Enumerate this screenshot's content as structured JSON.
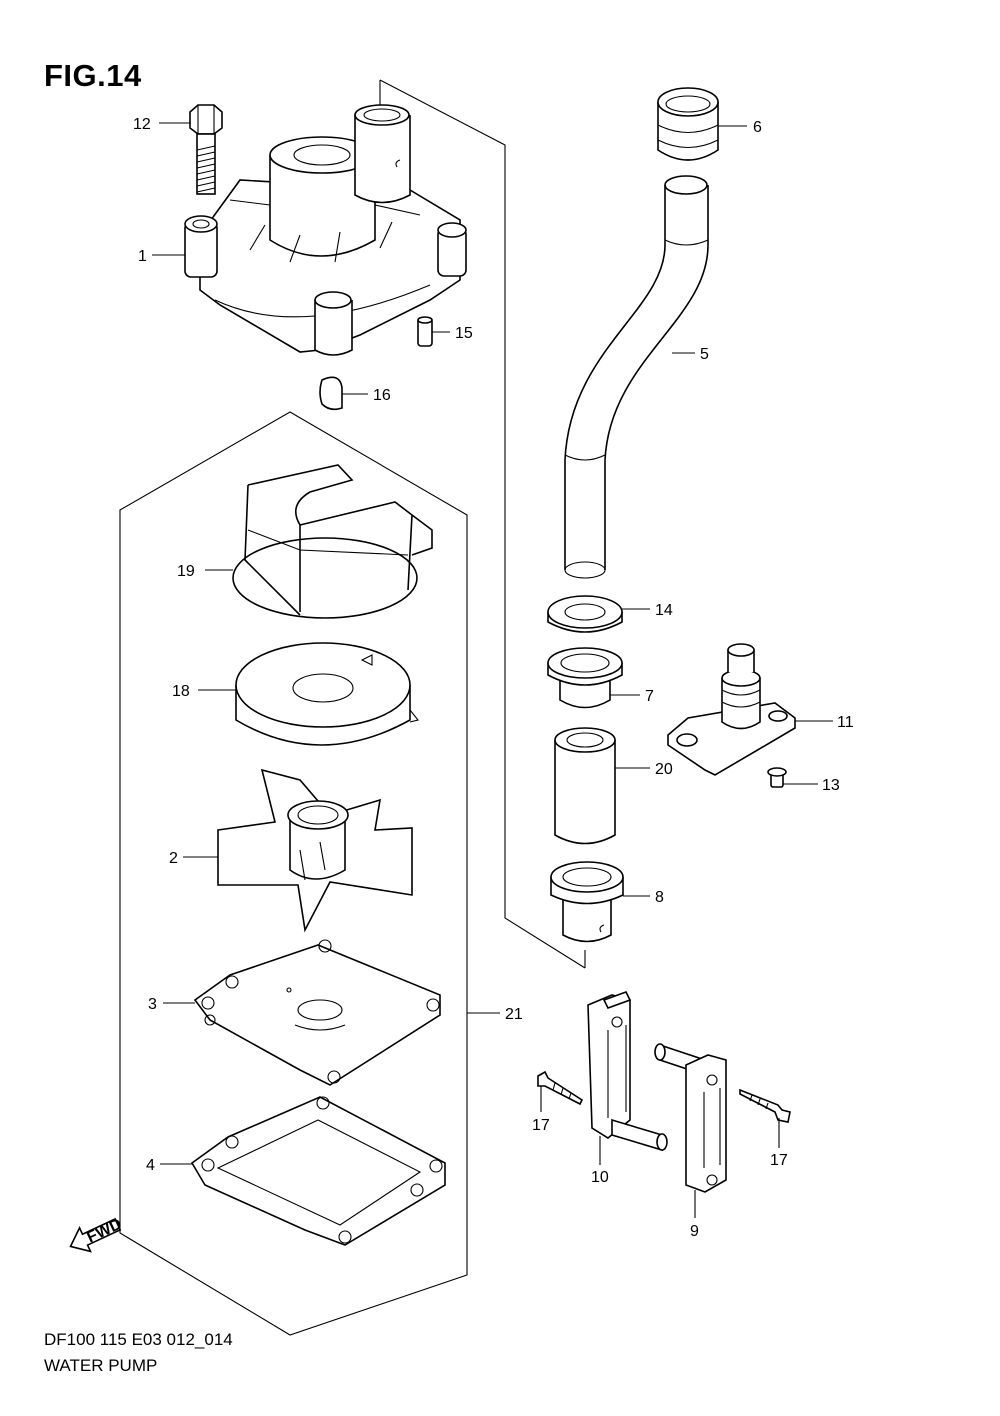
{
  "figure": {
    "title": "FIG.14"
  },
  "footer": {
    "code": "DF100 115 E03 012_014",
    "name": "WATER PUMP"
  },
  "fwd_label": "FWD",
  "callouts": {
    "c1": "1",
    "c2": "2",
    "c3": "3",
    "c4": "4",
    "c5": "5",
    "c6": "6",
    "c7": "7",
    "c8": "8",
    "c9": "9",
    "c10": "10",
    "c11": "11",
    "c12": "12",
    "c13": "13",
    "c14": "14",
    "c15": "15",
    "c16": "16",
    "c17a": "17",
    "c17b": "17",
    "c18": "18",
    "c19": "19",
    "c20": "20",
    "c21": "21"
  }
}
